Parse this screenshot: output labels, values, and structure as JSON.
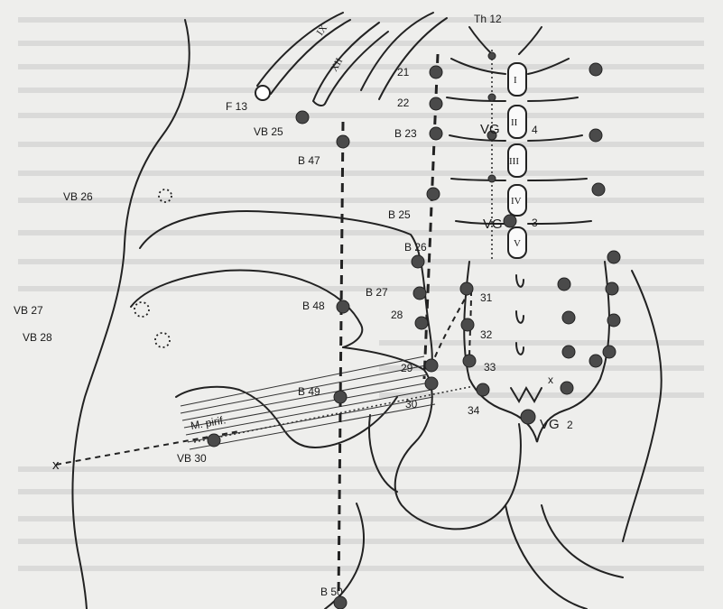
{
  "labels": {
    "th12": "Th 12",
    "rib_ix": "IX",
    "rib_xii": "XII",
    "f13": "F 13",
    "vb25": "VB 25",
    "vb26": "VB 26",
    "vb27": "VB 27",
    "vb28": "VB 28",
    "vb30": "VB 30",
    "p21": "21",
    "p22": "22",
    "b23": "B 23",
    "vg4": "VG",
    "vg4_num": "4",
    "b47": "B 47",
    "b25": "B 25",
    "vg3": "VG",
    "vg3_num": "3",
    "b26": "B 26",
    "b27": "B 27",
    "b48": "B 48",
    "p28": "28",
    "p29": "29",
    "p30": "30",
    "p31": "31",
    "p32": "32",
    "p33": "33",
    "p34": "34",
    "b49": "B 49",
    "m_pirif": "M. pirif.",
    "vg2": "VG",
    "vg2_num": "2",
    "b50": "B 50",
    "x_left": "x",
    "x_right": "x",
    "lv_i": "I",
    "lv_ii": "II",
    "lv_iii": "III",
    "lv_iv": "IV",
    "lv_v": "V"
  }
}
